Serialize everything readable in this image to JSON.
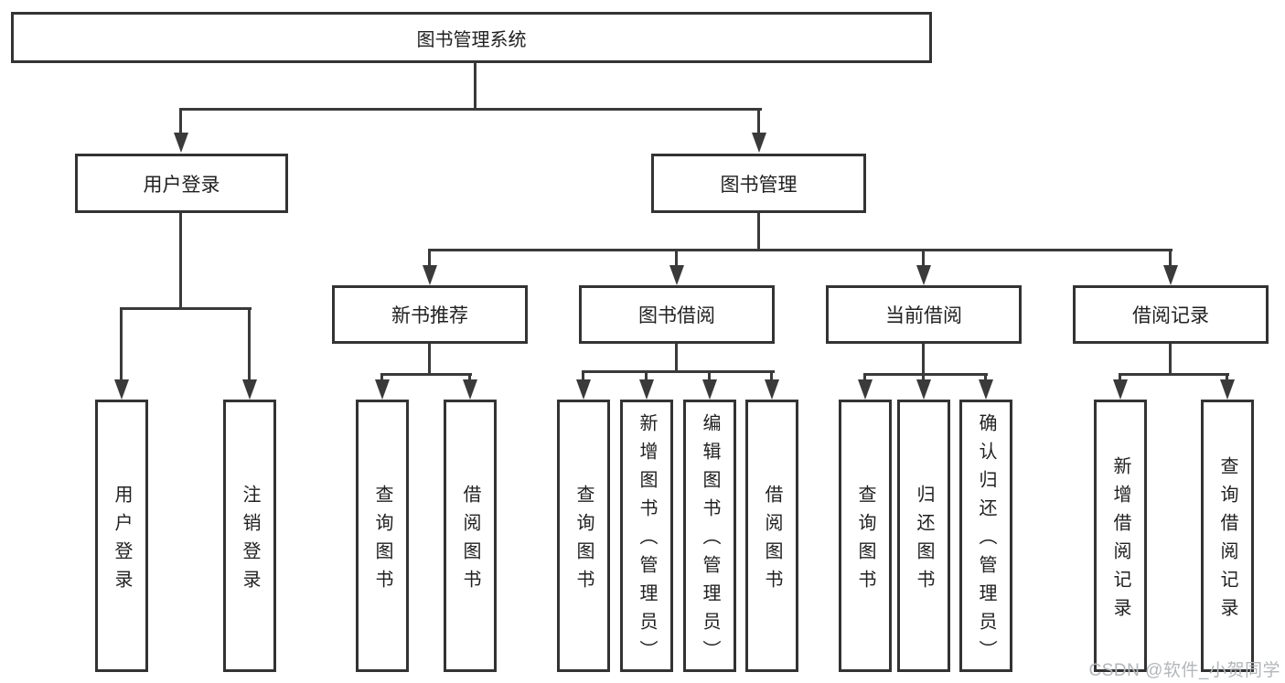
{
  "diagram_type": "functional-structure-tree",
  "tree": {
    "label": "图书管理系统",
    "children": [
      {
        "label": "用户登录",
        "children": [
          {
            "label": "用户登录"
          },
          {
            "label": "注销登录"
          }
        ]
      },
      {
        "label": "图书管理",
        "children": [
          {
            "label": "新书推荐",
            "children": [
              {
                "label": "查询图书"
              },
              {
                "label": "借阅图书"
              }
            ]
          },
          {
            "label": "图书借阅",
            "children": [
              {
                "label": "查询图书"
              },
              {
                "label": "新增图书（管理员）"
              },
              {
                "label": "编辑图书（管理员）"
              },
              {
                "label": "借阅图书"
              }
            ]
          },
          {
            "label": "当前借阅",
            "children": [
              {
                "label": "查询图书"
              },
              {
                "label": "归还图书"
              },
              {
                "label": "确认归还（管理员）"
              }
            ]
          },
          {
            "label": "借阅记录",
            "children": [
              {
                "label": "新增借阅记录"
              },
              {
                "label": "查询借阅记录"
              }
            ]
          }
        ]
      }
    ]
  },
  "watermark": {
    "text": "CSDN @软件_小贺同学",
    "color": "#b3b7ba"
  },
  "colors": {
    "line": "#3a3a3a",
    "box_border": "#333333",
    "text": "#212121",
    "background": "#ffffff"
  }
}
